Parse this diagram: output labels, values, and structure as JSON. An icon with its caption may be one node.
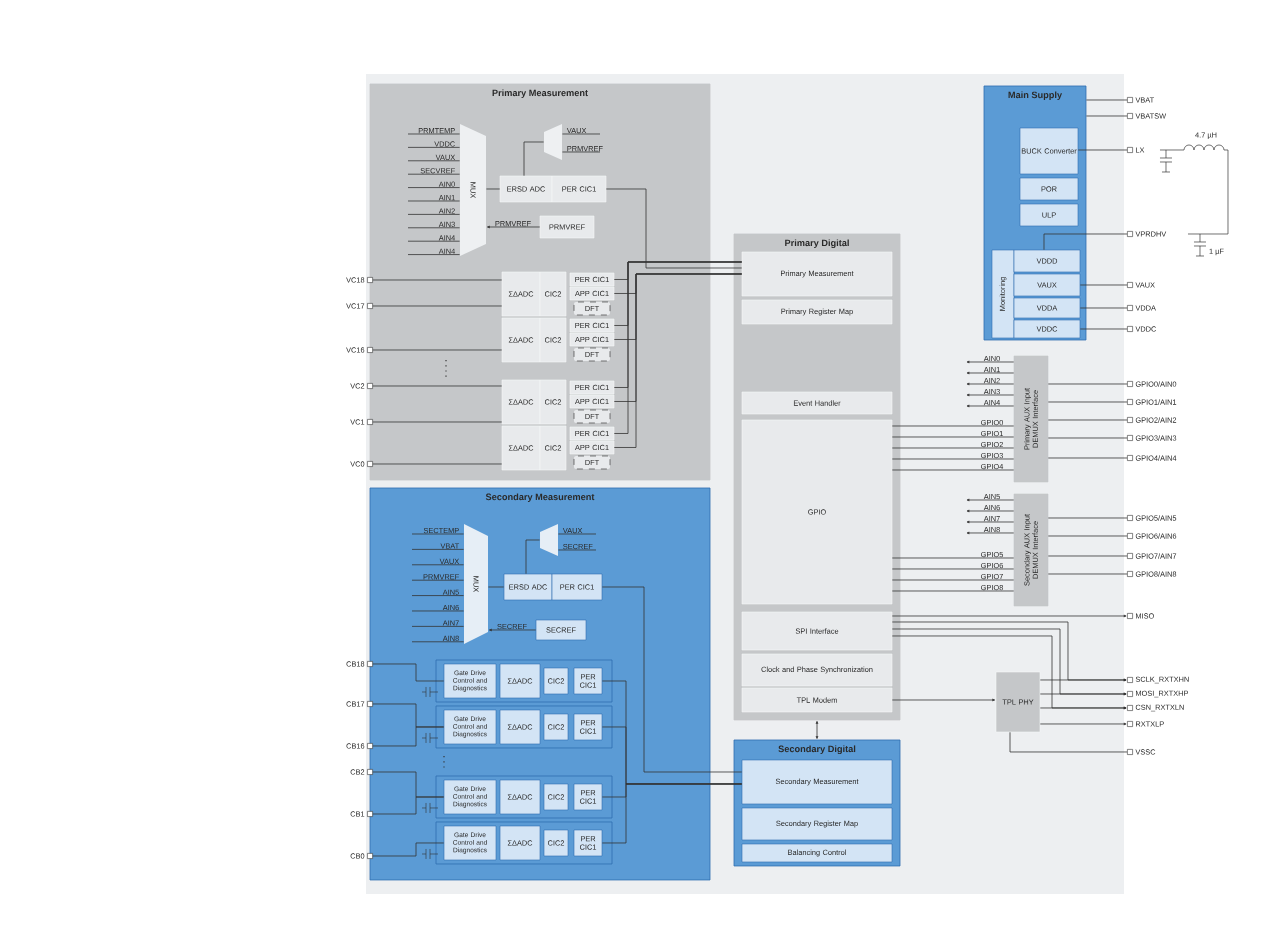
{
  "diagram": {
    "nodes": [
      {
        "text": [
          "Primary Measurement"
        ]
      },
      {
        "text": [
          "MUX"
        ],
        "in": 0
      },
      {
        "text": [],
        "shape": "trapezoid",
        "in": 0
      },
      {
        "text": [
          "ERSD ADC"
        ],
        "in": 0
      },
      {
        "text": [
          "PER CIC1"
        ],
        "in": 0
      },
      {
        "text": [
          "PRMVREF"
        ],
        "in": 0
      },
      {
        "text": [
          "ΣΔADC"
        ],
        "in": 0
      },
      {
        "text": [
          "CIC2"
        ],
        "in": 0
      },
      {
        "text": [
          "PER CIC1"
        ],
        "in": 0
      },
      {
        "text": [
          "APP CIC1"
        ],
        "in": 0
      },
      {
        "text": [
          "DFT"
        ],
        "in": 0
      },
      {
        "text": [
          "ΣΔADC"
        ],
        "in": 0
      },
      {
        "text": [
          "CIC2"
        ],
        "in": 0
      },
      {
        "text": [
          "PER CIC1"
        ],
        "in": 0
      },
      {
        "text": [
          "APP CIC1"
        ],
        "in": 0
      },
      {
        "text": [
          "DFT"
        ],
        "in": 0
      },
      {
        "text": [
          "ΣΔADC"
        ],
        "in": 0
      },
      {
        "text": [
          "CIC2"
        ],
        "in": 0
      },
      {
        "text": [
          "PER CIC1"
        ],
        "in": 0
      },
      {
        "text": [
          "APP CIC1"
        ],
        "in": 0
      },
      {
        "text": [
          "DFT"
        ],
        "in": 0
      },
      {
        "text": [
          "ΣΔADC"
        ],
        "in": 0
      },
      {
        "text": [
          "CIC2"
        ],
        "in": 0
      },
      {
        "text": [
          "PER CIC1"
        ],
        "in": 0
      },
      {
        "text": [
          "APP CIC1"
        ],
        "in": 0
      },
      {
        "text": [
          "DFT"
        ],
        "in": 0
      },
      {
        "text": [
          "Secondary Measurement"
        ]
      },
      {
        "text": [
          "MUX"
        ],
        "in": 26
      },
      {
        "text": [],
        "shape": "trapezoid",
        "in": 26
      },
      {
        "text": [
          "ERSD ADC"
        ],
        "in": 26
      },
      {
        "text": [
          "PER CIC1"
        ],
        "in": 26
      },
      {
        "text": [
          "SECREF"
        ],
        "in": 26
      },
      {
        "text": [
          "Gate Drive Control and Diagnostics"
        ],
        "in": 26
      },
      {
        "text": [
          "ΣΔADC"
        ],
        "in": 26
      },
      {
        "text": [
          "CIC2"
        ],
        "in": 26
      },
      {
        "text": [
          "PER CIC1"
        ],
        "in": 26
      },
      {
        "text": [
          "Gate Drive Control and Diagnostics"
        ],
        "in": 26
      },
      {
        "text": [
          "ΣΔADC"
        ],
        "in": 26
      },
      {
        "text": [
          "CIC2"
        ],
        "in": 26
      },
      {
        "text": [
          "PER CIC1"
        ],
        "in": 26
      },
      {
        "text": [
          "Gate Drive Control and Diagnostics"
        ],
        "in": 26
      },
      {
        "text": [
          "ΣΔADC"
        ],
        "in": 26
      },
      {
        "text": [
          "CIC2"
        ],
        "in": 26
      },
      {
        "text": [
          "PER CIC1"
        ],
        "in": 26
      },
      {
        "text": [
          "Gate Drive Control and Diagnostics"
        ],
        "in": 26
      },
      {
        "text": [
          "ΣΔADC"
        ],
        "in": 26
      },
      {
        "text": [
          "CIC2"
        ],
        "in": 26
      },
      {
        "text": [
          "PER CIC1"
        ],
        "in": 26
      },
      {
        "text": [
          "Primary Digital"
        ]
      },
      {
        "text": [
          "Primary Measurement"
        ],
        "in": 48
      },
      {
        "text": [
          "Primary Register Map"
        ],
        "in": 48
      },
      {
        "text": [
          "Event Handler"
        ],
        "in": 48
      },
      {
        "text": [
          "GPIO"
        ],
        "in": 48
      },
      {
        "text": [
          "SPI Interface"
        ],
        "in": 48
      },
      {
        "text": [
          "Clock and Phase Synchronization"
        ],
        "in": 48
      },
      {
        "text": [
          "TPL Modem"
        ],
        "in": 48
      },
      {
        "text": [
          "Secondary Digital"
        ]
      },
      {
        "text": [
          "Secondary Measurement"
        ],
        "in": 56
      },
      {
        "text": [
          "Secondary Register Map"
        ],
        "in": 56
      },
      {
        "text": [
          "Balancing Control"
        ],
        "in": 56
      },
      {
        "text": [
          "Main Supply"
        ]
      },
      {
        "text": [
          "BUCK Converter"
        ],
        "in": 60
      },
      {
        "text": [
          "POR"
        ],
        "in": 60
      },
      {
        "text": [
          "ULP"
        ],
        "in": 60
      },
      {
        "text": [
          "Monitoring"
        ],
        "in": 60
      },
      {
        "text": [
          "VDDD"
        ],
        "in": 60
      },
      {
        "text": [
          "VAUX"
        ],
        "in": 60
      },
      {
        "text": [
          "VDDA"
        ],
        "in": 60
      },
      {
        "text": [
          "VDDC"
        ],
        "in": 60
      },
      {
        "text": [
          "Primary AUX Input DEMUX Interface"
        ]
      },
      {
        "text": [
          "Secondary AUX Input DEMUX Interface"
        ]
      },
      {
        "text": [
          "TPL PHY"
        ]
      },
      {
        "text": [
          "VC18"
        ]
      },
      {
        "text": [
          "VC17"
        ]
      },
      {
        "text": [
          "VC16"
        ]
      },
      {
        "text": [
          "VC2"
        ]
      },
      {
        "text": [
          "VC1"
        ]
      },
      {
        "text": [
          "VC0"
        ]
      },
      {
        "text": [
          "CB18"
        ]
      },
      {
        "text": [
          "CB17"
        ]
      },
      {
        "text": [
          "CB16"
        ]
      },
      {
        "text": [
          "CB2"
        ]
      },
      {
        "text": [
          "CB1"
        ]
      },
      {
        "text": [
          "CB0"
        ]
      },
      {
        "text": [
          "VBAT"
        ]
      },
      {
        "text": [
          "VBATSW"
        ]
      },
      {
        "text": [
          "LX"
        ]
      },
      {
        "text": [
          "VPRDHV"
        ]
      },
      {
        "text": [
          "VAUX"
        ]
      },
      {
        "text": [
          "VDDA"
        ]
      },
      {
        "text": [
          "VDDC"
        ]
      },
      {
        "text": [
          "GPIO0/AIN0"
        ]
      },
      {
        "text": [
          "GPIO1/AIN1"
        ]
      },
      {
        "text": [
          "GPIO2/AIN2"
        ]
      },
      {
        "text": [
          "GPIO3/AIN3"
        ]
      },
      {
        "text": [
          "GPIO4/AIN4"
        ]
      },
      {
        "text": [
          "GPIO5/AIN5"
        ]
      },
      {
        "text": [
          "GPIO6/AIN6"
        ]
      },
      {
        "text": [
          "GPIO7/AIN7"
        ]
      },
      {
        "text": [
          "GPIO8/AIN8"
        ]
      },
      {
        "text": [
          "MISO"
        ]
      },
      {
        "text": [
          "SCLK_RXTXHN"
        ]
      },
      {
        "text": [
          "MOSI_RXTXHP"
        ]
      },
      {
        "text": [
          "CSN_RXTXLN"
        ]
      },
      {
        "text": [
          "RXTXLP"
        ]
      },
      {
        "text": [
          "VSSC"
        ]
      }
    ],
    "edges": [
      {
        "from": 2,
        "to": 3,
        "arrow": "none"
      },
      {
        "from": 1,
        "to": 3,
        "arrow": "none"
      },
      {
        "from": 5,
        "to": 1,
        "arrow": "to",
        "label": "PRMVREF"
      },
      {
        "from": 4,
        "to": 49,
        "arrow": "none"
      },
      {
        "from": 8,
        "to": 49,
        "arrow": "none"
      },
      {
        "from": 9,
        "to": 49,
        "arrow": "none"
      },
      {
        "from": 13,
        "to": 49,
        "arrow": "none"
      },
      {
        "from": 14,
        "to": 49,
        "arrow": "none"
      },
      {
        "from": 18,
        "to": 49,
        "arrow": "none"
      },
      {
        "from": 19,
        "to": 49,
        "arrow": "none"
      },
      {
        "from": 23,
        "to": 49,
        "arrow": "none"
      },
      {
        "from": 24,
        "to": 49,
        "arrow": "none"
      },
      {
        "from": 72,
        "to": 6,
        "arrow": "none"
      },
      {
        "from": 73,
        "to": 6,
        "arrow": "none"
      },
      {
        "from": 74,
        "to": 11,
        "arrow": "none"
      },
      {
        "from": 75,
        "to": 16,
        "arrow": "none"
      },
      {
        "from": 76,
        "to": 16,
        "arrow": "none"
      },
      {
        "from": 77,
        "to": 21,
        "arrow": "none"
      },
      {
        "from": 28,
        "to": 29,
        "arrow": "none"
      },
      {
        "from": 27,
        "to": 29,
        "arrow": "none"
      },
      {
        "from": 31,
        "to": 27,
        "arrow": "to",
        "label": "SECREF"
      },
      {
        "from": 30,
        "to": 57,
        "arrow": "none"
      },
      {
        "from": 35,
        "to": 57,
        "arrow": "none"
      },
      {
        "from": 39,
        "to": 57,
        "arrow": "none"
      },
      {
        "from": 43,
        "to": 57,
        "arrow": "none"
      },
      {
        "from": 47,
        "to": 57,
        "arrow": "none"
      },
      {
        "from": 78,
        "to": 32,
        "arrow": "none"
      },
      {
        "from": 79,
        "to": 36,
        "arrow": "none"
      },
      {
        "from": 80,
        "to": 36,
        "arrow": "none"
      },
      {
        "from": 81,
        "to": 40,
        "arrow": "none"
      },
      {
        "from": 82,
        "to": 40,
        "arrow": "none"
      },
      {
        "from": 83,
        "to": 44,
        "arrow": "none"
      },
      {
        "from": 48,
        "to": 56,
        "arrow": "both"
      },
      {
        "from": 55,
        "to": 71,
        "arrow": "to"
      },
      {
        "from": 53,
        "to": 100,
        "arrow": "to"
      },
      {
        "from": 53,
        "to": 101,
        "arrow": "to"
      },
      {
        "from": 53,
        "to": 102,
        "arrow": "to"
      },
      {
        "from": 53,
        "to": 103,
        "arrow": "to"
      },
      {
        "from": 71,
        "to": 101,
        "arrow": "to"
      },
      {
        "from": 71,
        "to": 102,
        "arrow": "to"
      },
      {
        "from": 71,
        "to": 103,
        "arrow": "to"
      },
      {
        "from": 71,
        "to": 104,
        "arrow": "to"
      },
      {
        "from": 71,
        "to": 105,
        "arrow": "none"
      },
      {
        "from": 52,
        "to": 69,
        "arrow": "none",
        "label": "GPIO0"
      },
      {
        "from": 52,
        "to": 69,
        "arrow": "none",
        "label": "GPIO1"
      },
      {
        "from": 52,
        "to": 69,
        "arrow": "none",
        "label": "GPIO2"
      },
      {
        "from": 52,
        "to": 69,
        "arrow": "none",
        "label": "GPIO3"
      },
      {
        "from": 52,
        "to": 69,
        "arrow": "none",
        "label": "GPIO4"
      },
      {
        "from": 52,
        "to": 70,
        "arrow": "none",
        "label": "GPIO5"
      },
      {
        "from": 52,
        "to": 70,
        "arrow": "none",
        "label": "GPIO6"
      },
      {
        "from": 52,
        "to": 70,
        "arrow": "none",
        "label": "GPIO7"
      },
      {
        "from": 52,
        "to": 70,
        "arrow": "none",
        "label": "GPIO8"
      },
      {
        "from": 69,
        "to": null,
        "arrow": "to",
        "label": "AIN0"
      },
      {
        "from": 69,
        "to": null,
        "arrow": "to",
        "label": "AIN1"
      },
      {
        "from": 69,
        "to": null,
        "arrow": "to",
        "label": "AIN2"
      },
      {
        "from": 69,
        "to": null,
        "arrow": "to",
        "label": "AIN3"
      },
      {
        "from": 69,
        "to": null,
        "arrow": "to",
        "label": "AIN4"
      },
      {
        "from": 70,
        "to": null,
        "arrow": "to",
        "label": "AIN5"
      },
      {
        "from": 70,
        "to": null,
        "arrow": "to",
        "label": "AIN6"
      },
      {
        "from": 70,
        "to": null,
        "arrow": "to",
        "label": "AIN7"
      },
      {
        "from": 70,
        "to": null,
        "arrow": "to",
        "label": "AIN8"
      },
      {
        "from": 69,
        "to": 91,
        "arrow": "none"
      },
      {
        "from": 69,
        "to": 92,
        "arrow": "none"
      },
      {
        "from": 69,
        "to": 93,
        "arrow": "none"
      },
      {
        "from": 69,
        "to": 94,
        "arrow": "none"
      },
      {
        "from": 69,
        "to": 95,
        "arrow": "none"
      },
      {
        "from": 70,
        "to": 96,
        "arrow": "none"
      },
      {
        "from": 70,
        "to": 97,
        "arrow": "none"
      },
      {
        "from": 70,
        "to": 98,
        "arrow": "none"
      },
      {
        "from": 70,
        "to": 99,
        "arrow": "none"
      },
      {
        "from": 60,
        "to": 84,
        "arrow": "none"
      },
      {
        "from": 60,
        "to": 85,
        "arrow": "none"
      },
      {
        "from": 61,
        "to": 86,
        "arrow": "none"
      },
      {
        "from": 65,
        "to": 87,
        "arrow": "none"
      },
      {
        "from": 66,
        "to": 88,
        "arrow": "none"
      },
      {
        "from": 67,
        "to": 89,
        "arrow": "none"
      },
      {
        "from": 68,
        "to": 90,
        "arrow": "none"
      },
      {
        "from": null,
        "to": 1,
        "arrow": "none",
        "label": "PRMTEMP"
      },
      {
        "from": null,
        "to": 1,
        "arrow": "none",
        "label": "VDDC"
      },
      {
        "from": null,
        "to": 1,
        "arrow": "none",
        "label": "VAUX"
      },
      {
        "from": null,
        "to": 1,
        "arrow": "none",
        "label": "SECVREF"
      },
      {
        "from": null,
        "to": 1,
        "arrow": "none",
        "label": "AIN0"
      },
      {
        "from": null,
        "to": 1,
        "arrow": "none",
        "label": "AIN1"
      },
      {
        "from": null,
        "to": 1,
        "arrow": "none",
        "label": "AIN2"
      },
      {
        "from": null,
        "to": 1,
        "arrow": "none",
        "label": "AIN3"
      },
      {
        "from": null,
        "to": 1,
        "arrow": "none",
        "label": "AIN4"
      },
      {
        "from": null,
        "to": 1,
        "arrow": "none",
        "label": "AIN4"
      },
      {
        "from": null,
        "to": 2,
        "arrow": "none",
        "label": "VAUX"
      },
      {
        "from": null,
        "to": 2,
        "arrow": "none",
        "label": "PRMVREF"
      },
      {
        "from": null,
        "to": 27,
        "arrow": "none",
        "label": "SECTEMP"
      },
      {
        "from": null,
        "to": 27,
        "arrow": "none",
        "label": "VBAT"
      },
      {
        "from": null,
        "to": 27,
        "arrow": "none",
        "label": "VAUX"
      },
      {
        "from": null,
        "to": 27,
        "arrow": "none",
        "label": "PRMVREF"
      },
      {
        "from": null,
        "to": 27,
        "arrow": "none",
        "label": "AIN5"
      },
      {
        "from": null,
        "to": 27,
        "arrow": "none",
        "label": "AIN6"
      },
      {
        "from": null,
        "to": 27,
        "arrow": "none",
        "label": "AIN7"
      },
      {
        "from": null,
        "to": 27,
        "arrow": "none",
        "label": "AIN8"
      },
      {
        "from": null,
        "to": 28,
        "arrow": "none",
        "label": "VAUX"
      },
      {
        "from": null,
        "to": 28,
        "arrow": "none",
        "label": "SECREF"
      }
    ],
    "labels": [
      "4.7 µH",
      "1 µF"
    ]
  }
}
